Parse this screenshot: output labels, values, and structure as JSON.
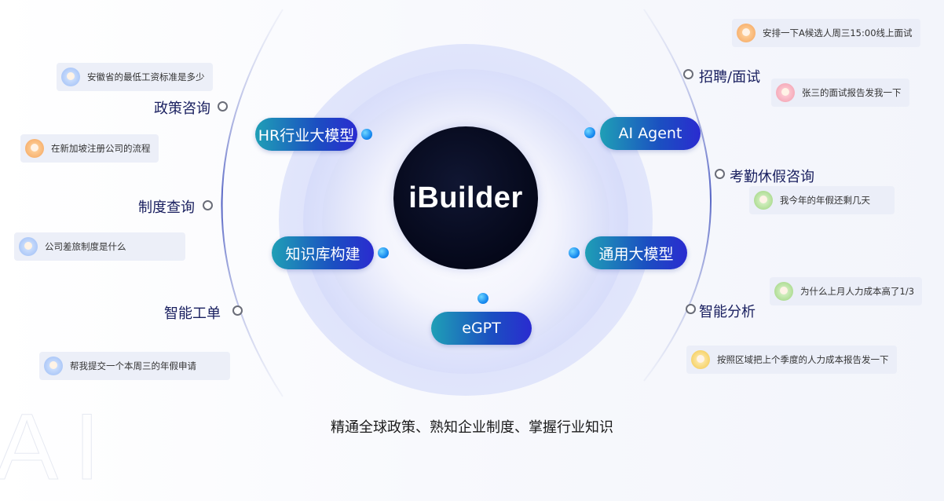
{
  "watermark": "AI",
  "core": {
    "title": "iBuilder"
  },
  "capabilities": {
    "hr_model": "HR行业大模型",
    "ai_agent": "AI Agent",
    "knowledge_base": "知识库构建",
    "general_model": "通用大模型",
    "egpt": "eGPT"
  },
  "left_scenarios": [
    {
      "label": "政策咨询",
      "query": "安徽省的最低工资标准是多少",
      "avatar": "av-blue"
    },
    {
      "label": "制度查询",
      "query": "在新加坡注册公司的流程",
      "avatar": "av-orange",
      "query2": "公司差旅制度是什么",
      "avatar2": "av-blue"
    },
    {
      "label": "智能工单",
      "query": "帮我提交一个本周三的年假申请",
      "avatar": "av-blue"
    }
  ],
  "right_scenarios": [
    {
      "label": "招聘/面试",
      "query": "安排一下A候选人周三15:00线上面试",
      "avatar": "av-orange",
      "query2": "张三的面试报告发我一下",
      "avatar2": "av-pink"
    },
    {
      "label": "考勤休假咨询",
      "query": "我今年的年假还剩几天",
      "avatar": "av-green"
    },
    {
      "label": "智能分析",
      "query": "为什么上月人力成本高了1/3",
      "avatar": "av-green",
      "query2": "按照区域把上个季度的人力成本报告发一下",
      "avatar2": "av-yellow"
    }
  ],
  "tagline": "精通全球政策、熟知企业制度、掌握行业知识",
  "colors": {
    "pill_start": "#1f9fb6",
    "pill_end": "#2a2bd0",
    "label_text": "#1a2060",
    "arc": "#6f7fd0"
  }
}
